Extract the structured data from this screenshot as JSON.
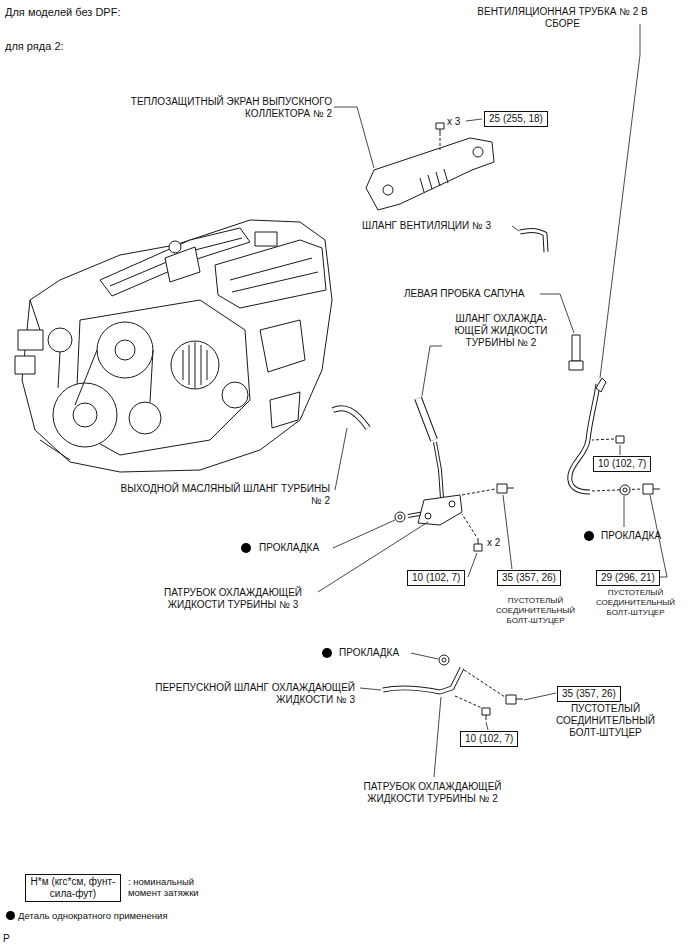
{
  "diagram": {
    "title": "Для моделей без DPF:",
    "nodes": [
      {
        "text": [
          "25 (255, 18)"
        ]
      },
      {
        "text": [
          "10 (102, 7)"
        ]
      },
      {
        "text": [
          "10 (102, 7)"
        ]
      },
      {
        "text": [
          "35 (357, 26)"
        ]
      },
      {
        "text": [
          "29 (296, 21)"
        ]
      },
      {
        "text": [
          "35 (357, 26)"
        ]
      },
      {
        "text": [
          "10 (102, 7)"
        ]
      },
      {
        "text": [
          "Н*м (кгс*см, фунт-сила-фут)"
        ]
      }
    ],
    "labels": [
      "для ряда 2:",
      "ВЕНТИЛЯЦИОННАЯ ТРУБКА № 2 В СБОРЕ",
      "ТЕПЛОЗАЩИТНЫЙ ЭКРАН ВЫПУСКНОГО КОЛЛЕКТОРА № 2",
      "x 3",
      "ШЛАНГ ВЕНТИЛЯЦИИ № 3",
      "ЛЕВАЯ ПРОБКА САПУНА",
      "ШЛАНГ ОХЛАЖДА- ЮЩЕЙ ЖИДКОСТИ ТУРБИНЫ № 2",
      "ВЫХОДНОЙ МАСЛЯНЫЙ ШЛАНГ ТУРБИНЫ № 2",
      "ПРОКЛАДКА",
      "x 2",
      "ПРОКЛАДКА",
      "ПАТРУБОК ОХЛАЖДАЮЩЕЙ ЖИДКОСТИ ТУРБИНЫ № 3",
      "ПУСТОТЕЛЫЙ СОЕДИНИТЕЛЬНЫЙ БОЛТ-ШТУЦЕР",
      "ПУСТОТЕЛЫЙ СОЕДИНИТЕЛЬНЫЙ БОЛТ-ШТУЦЕР",
      "ПРОКЛАДКА",
      "ПЕРЕПУСКНОЙ ШЛАНГ ОХЛАЖДАЮЩЕЙ ЖИДКОСТИ № 3",
      "ПУСТОТЕЛЫЙ СОЕДИНИТЕЛЬНЫЙ БОЛТ-ШТУЦЕР",
      "ПАТРУБОК ОХЛАЖДАЮЩЕЙ ЖИДКОСТИ ТУРБИНЫ № 2",
      ": номинальный момент затяжки",
      "P"
    ],
    "legend": [
      {
        "text": "Деталь однократного применения"
      }
    ]
  }
}
